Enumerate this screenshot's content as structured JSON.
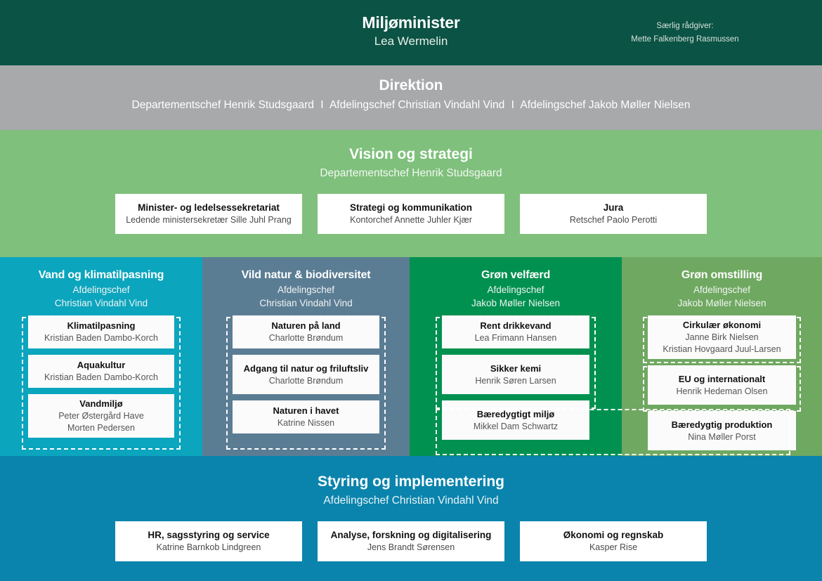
{
  "minister": {
    "title": "Miljøminister",
    "name": "Lea Wermelin",
    "advisor_role": "Særlig rådgiver:",
    "advisor_name": "Mette Falkenberg Rasmussen"
  },
  "direktion": {
    "title": "Direktion",
    "member1": "Departementschef Henrik Studsgaard",
    "sep1": "I",
    "member2": "Afdelingschef Christian Vindahl Vind",
    "sep2": "I",
    "member3": "Afdelingschef  Jakob Møller Nielsen"
  },
  "vision": {
    "title": "Vision og strategi",
    "lead": "Departementschef Henrik Studsgaard",
    "boxes": [
      {
        "title": "Minister- og ledelsessekretariat",
        "name": "Ledende ministersekretær Sille Juhl Prang"
      },
      {
        "title": "Strategi og kommunikation",
        "name": "Kontorchef Annette Juhler Kjær"
      },
      {
        "title": "Jura",
        "name": "Retschef Paolo Perotti"
      }
    ]
  },
  "departments": [
    {
      "title": "Vand og klimatilpasning",
      "role_line1": "Afdelingschef",
      "role_line2": "Christian Vindahl Vind",
      "color": "#0ba5be",
      "units": [
        {
          "title": "Klimatilpasning",
          "name1": "Kristian Baden Dambo-Korch",
          "name2": ""
        },
        {
          "title": "Aquakultur",
          "name1": "Kristian Baden Dambo-Korch",
          "name2": ""
        },
        {
          "title": "Vandmiljø",
          "name1": "Peter Østergård Have",
          "name2": "Morten Pedersen"
        }
      ]
    },
    {
      "title": "Vild natur & biodiversitet",
      "role_line1": "Afdelingschef",
      "role_line2": "Christian Vindahl Vind",
      "color": "#5b7d94",
      "units": [
        {
          "title": "Naturen på land",
          "name1": "Charlotte Brøndum",
          "name2": ""
        },
        {
          "title": "Adgang til natur og friluftsliv",
          "name1": "Charlotte Brøndum",
          "name2": ""
        },
        {
          "title": "Naturen i havet",
          "name1": "Katrine Nissen",
          "name2": ""
        }
      ]
    },
    {
      "title": "Grøn velfærd",
      "role_line1": "Afdelingschef",
      "role_line2": "Jakob Møller Nielsen",
      "color": "#009150",
      "units": [
        {
          "title": "Rent drikkevand",
          "name1": "Lea Frimann Hansen",
          "name2": ""
        },
        {
          "title": "Sikker kemi",
          "name1": "Henrik Søren Larsen",
          "name2": ""
        },
        {
          "title": "Bæredygtigt miljø",
          "name1": "Mikkel Dam Schwartz",
          "name2": ""
        }
      ]
    },
    {
      "title": "Grøn omstilling",
      "role_line1": "Afdelingschef",
      "role_line2": "Jakob Møller Nielsen",
      "color": "#6fa860",
      "units": [
        {
          "title": "Cirkulær økonomi",
          "name1": "Janne Birk Nielsen",
          "name2": "Kristian Hovgaard Juul-Larsen"
        },
        {
          "title": "EU og internationalt",
          "name1": "Henrik Hedeman Olsen",
          "name2": ""
        },
        {
          "title": "Bæredygtig produktion",
          "name1": "Nina Møller Porst",
          "name2": ""
        }
      ]
    }
  ],
  "styring": {
    "title": "Styring og implementering",
    "lead": "Afdelingschef Christian Vindahl Vind",
    "boxes": [
      {
        "title": "HR, sagsstyring og service",
        "name": "Katrine Barnkob Lindgreen"
      },
      {
        "title": "Analyse, forskning og digitalisering",
        "name": "Jens Brandt Sørensen"
      },
      {
        "title": "Økonomi og regnskab",
        "name": "Kasper Rise"
      }
    ]
  }
}
